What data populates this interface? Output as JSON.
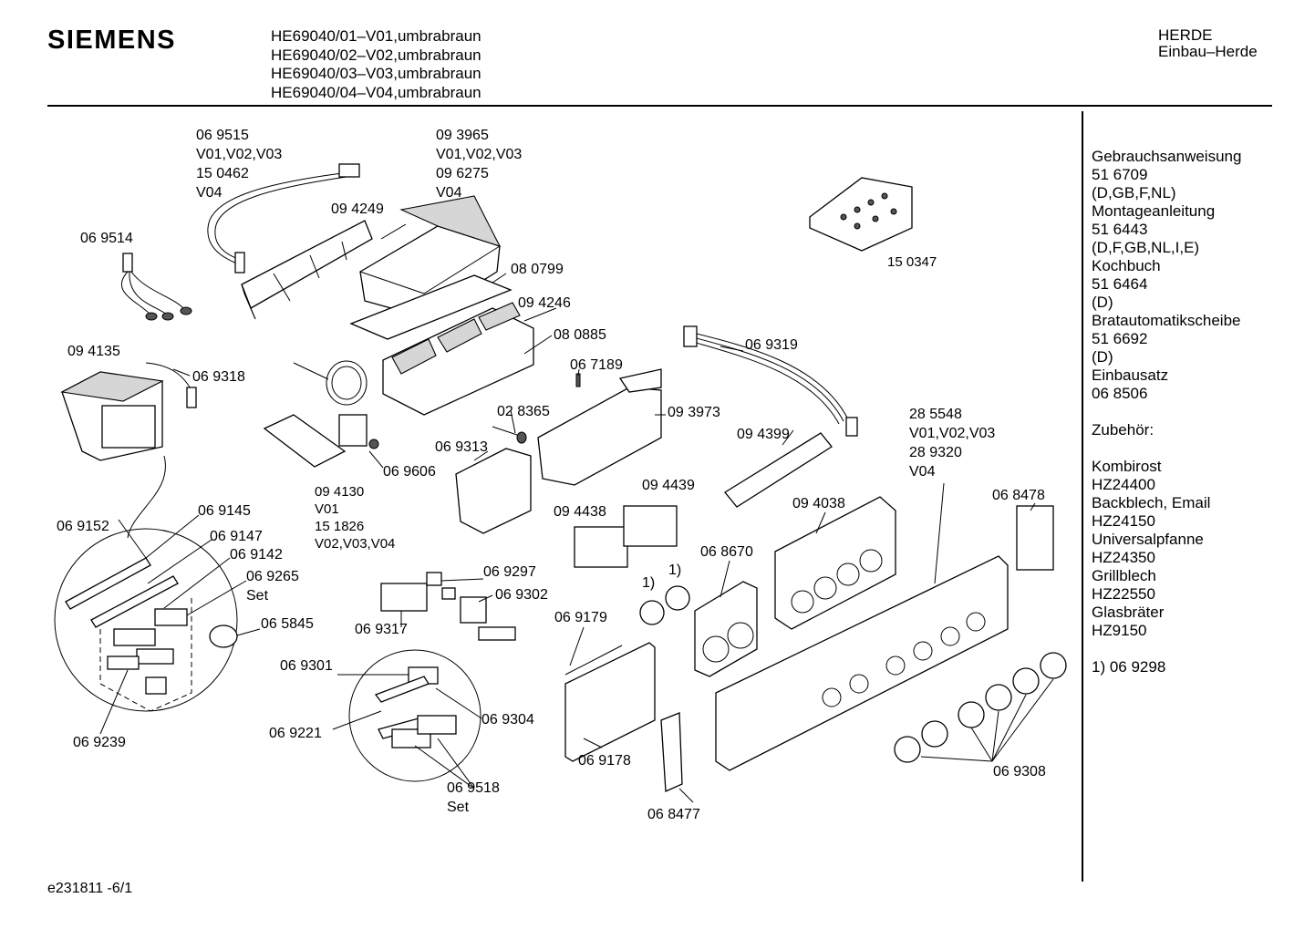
{
  "header": {
    "brand": "SIEMENS",
    "models": [
      "HE69040/01–V01,umbrabraun",
      "HE69040/02–V02,umbrabraun",
      "HE69040/03–V03,umbrabraun",
      "HE69040/04–V04,umbrabraun"
    ],
    "category": [
      "HERDE",
      "Einbau–Herde"
    ]
  },
  "sidebar": {
    "lines": [
      "Gebrauchsanweisung",
      "51 6709",
      "(D,GB,F,NL)",
      "Montageanleitung",
      "51 6443",
      "(D,F,GB,NL,I,E)",
      "Kochbuch",
      "51 6464",
      "(D)",
      "Bratautomatikscheibe",
      "51 6692",
      "(D)",
      "Einbausatz",
      "06 8506",
      "",
      "Zubehör:",
      "",
      "Kombirost",
      "HZ24400",
      "Backblech, Email",
      "HZ24150",
      "Universalpfanne",
      "HZ24350",
      "Grillblech",
      "HZ22550",
      "Glasbräter",
      "HZ9150",
      "",
      "1) 06 9298"
    ]
  },
  "footer": {
    "doc_id": "e231811 -6/1"
  },
  "labels": {
    "p069515": "06 9515",
    "p069515_v1": "V01,V02,V03",
    "p150462": "15 0462",
    "p150462_v": "V04",
    "p093965": "09 3965",
    "p093965_v1": "V01,V02,V03",
    "p096275": "09 6275",
    "p096275_v": "V04",
    "p094249": "09 4249",
    "p069514": "06 9514",
    "p080799": "08 0799",
    "p094246": "09 4246",
    "p080885": "08 0885",
    "p094135": "09 4135",
    "p069318": "06 9318",
    "p067189": "06 7189",
    "p069319": "06 9319",
    "p028365": "02 8365",
    "p093973": "09 3973",
    "p069313": "06 9313",
    "p069606": "06 9606",
    "p094399": "09 4399",
    "p285548": "28 5548",
    "p285548_v": "V01,V02,V03",
    "p289320": "28 9320",
    "p289320_v": "V04",
    "p094130": "09 4130",
    "p094130_v": "V01",
    "p151826": "15 1826",
    "p151826_v": "V02,V03,V04",
    "p094439": "09 4439",
    "p094438": "09 4438",
    "p094038": "09 4038",
    "p068478": "06 8478",
    "p069145": "06 9145",
    "p069152": "06 9152",
    "p069147": "06 9147",
    "p069142": "06 9142",
    "p069265": "06 9265",
    "p069265_set": "Set",
    "p065845": "06 5845",
    "p069297": "06 9297",
    "p069302": "06 9302",
    "p069317": "06 9317",
    "p068670": "06 8670",
    "p069179": "06 9179",
    "note1a": "1)",
    "note1b": "1)",
    "p069301": "06 9301",
    "p069221": "06 9221",
    "p069304": "06 9304",
    "p069239": "06 9239",
    "p069518": "06 9518",
    "p069518_set": "Set",
    "p069178": "06 9178",
    "p068477": "06 8477",
    "p069308": "06 9308",
    "p150347": "15 0347"
  }
}
